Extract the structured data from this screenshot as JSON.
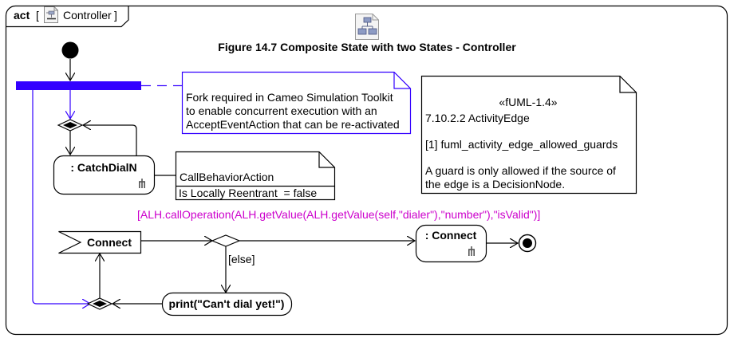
{
  "frame": {
    "kind": "act",
    "open_bracket": "[",
    "name": "Controller",
    "close_bracket": "]",
    "icon": "activity-diagram-icon"
  },
  "figure": {
    "title": "Figure 14.7 Composite State with two States - Controller",
    "icon": "diagram-hierarchy-icon"
  },
  "nodes": {
    "initial": {
      "type": "initial-node"
    },
    "fork": {
      "type": "fork-node",
      "color": "#3300FF"
    },
    "decision_top": {
      "type": "merge-node"
    },
    "catch_dial": {
      "label": ": CatchDialN",
      "icon": "call-behavior-rake-icon"
    },
    "connect_event": {
      "label": "Connect",
      "type": "accept-event-action"
    },
    "decision_guard": {
      "type": "decision-node"
    },
    "connect_action": {
      "label": ": Connect",
      "icon": "call-behavior-rake-icon"
    },
    "final": {
      "type": "activity-final-node"
    },
    "merge_bottom": {
      "type": "merge-node"
    },
    "print_action": {
      "label": "print(\"Can't dial yet!\")"
    }
  },
  "notes": {
    "fork_note": {
      "lines": [
        "Fork required in Cameo Simulation Toolkit",
        "to enable concurrent execution with an",
        "AcceptEventAction that can be re-activated"
      ],
      "border_color": "#3300FF"
    },
    "call_behavior_note": {
      "title": "CallBehaviorAction",
      "property": "Is Locally Reentrant  = false"
    },
    "fuml_note": {
      "stereotype": "«fUML-1.4»",
      "section": "7.10.2.2 ActivityEdge",
      "constraint": "[1] fuml_activity_edge_allowed_guards",
      "description_lines": [
        "A guard is only allowed if the source of",
        "the edge is a DecisionNode."
      ]
    }
  },
  "edges": {
    "guard_label": "[ALH.callOperation(ALH.getValue(ALH.getValue(self,\"dialer\"),\"number\"),\"isValid\")]",
    "guard_color": "#CC00CC",
    "else_label": "[else]"
  },
  "colors": {
    "line": "#000000",
    "fork": "#3300FF",
    "guard": "#CC00CC"
  }
}
